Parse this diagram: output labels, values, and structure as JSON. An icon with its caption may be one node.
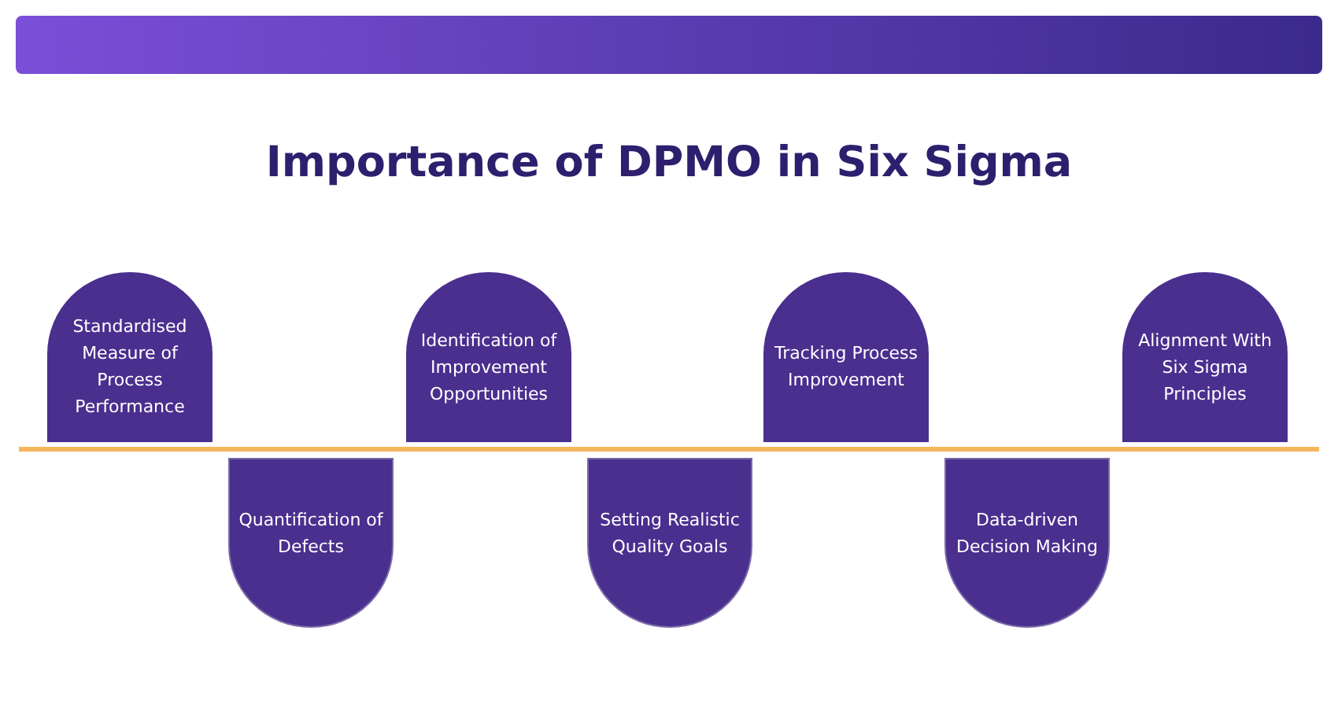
{
  "diagram": {
    "title": "Importance of DPMO in Six Sigma",
    "nodes": [
      {
        "text": [
          "Standardised Measure of Process Performance"
        ]
      },
      {
        "text": [
          "Quantification of Defects"
        ]
      },
      {
        "text": [
          "Identification of Improvement Opportunities"
        ]
      },
      {
        "text": [
          "Setting Realistic Quality Goals"
        ]
      },
      {
        "text": [
          "Tracking Process Improvement"
        ]
      },
      {
        "text": [
          "Data-driven Decision Making"
        ]
      },
      {
        "text": [
          "Alignment With Six Sigma Principles"
        ]
      }
    ]
  }
}
